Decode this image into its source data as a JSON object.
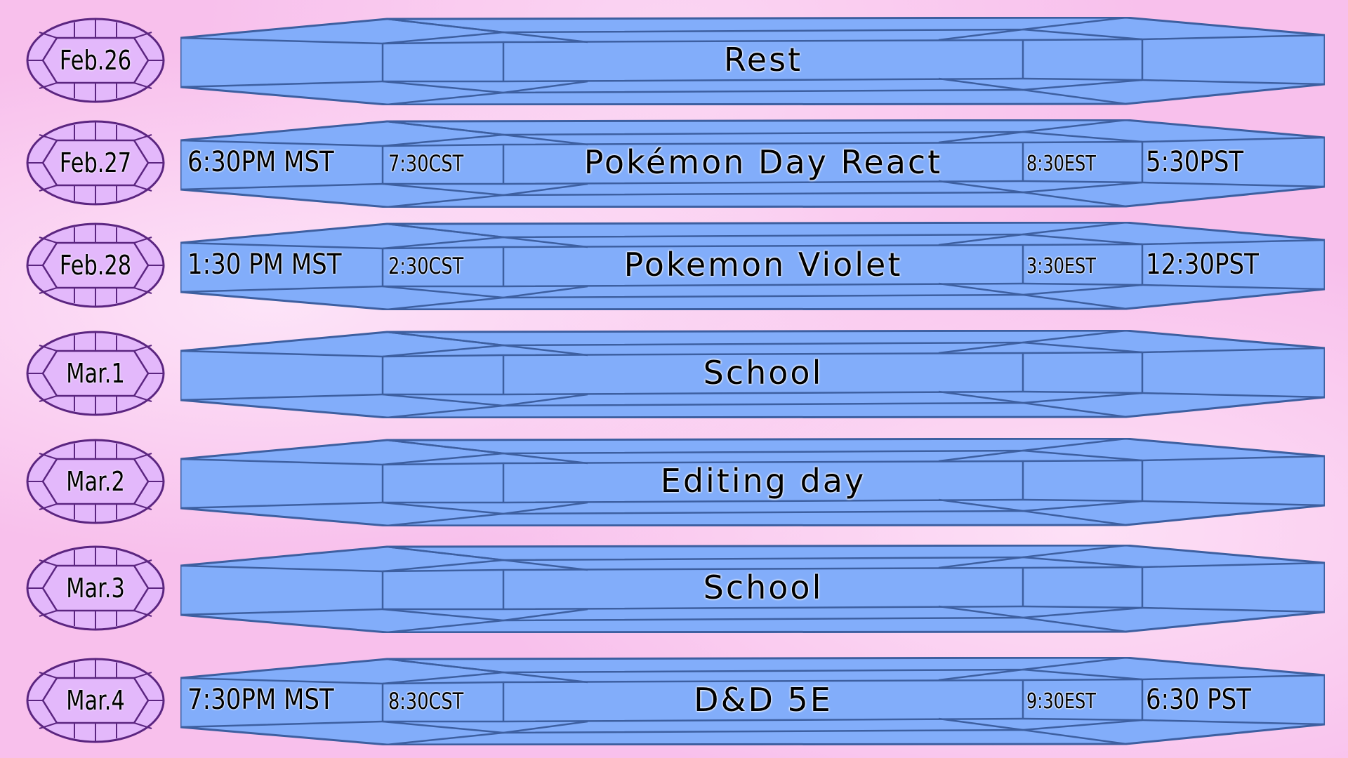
{
  "schedule": [
    {
      "date": "Feb.26",
      "title": "Rest",
      "mst": "",
      "cst": "",
      "est": "",
      "pst": ""
    },
    {
      "date": "Feb.27",
      "title": "Pokémon Day React",
      "mst": "6:30PM MST",
      "cst": "7:30CST",
      "est": "8:30EST",
      "pst": "5:30PST"
    },
    {
      "date": "Feb.28",
      "title": "Pokemon Violet",
      "mst": "1:30 PM MST",
      "cst": "2:30CST",
      "est": "3:30EST",
      "pst": "12:30PST"
    },
    {
      "date": "Mar.1",
      "title": "School",
      "mst": "",
      "cst": "",
      "est": "",
      "pst": ""
    },
    {
      "date": "Mar.2",
      "title": "Editing day",
      "mst": "",
      "cst": "",
      "est": "",
      "pst": ""
    },
    {
      "date": "Mar.3",
      "title": "School",
      "mst": "",
      "cst": "",
      "est": "",
      "pst": ""
    },
    {
      "date": "Mar.4",
      "title": "D&D 5E",
      "mst": "7:30PM MST",
      "cst": "8:30CST",
      "est": "9:30EST",
      "pst": "6:30 PST"
    }
  ],
  "colors": {
    "crystal": "#82adfa",
    "crystal_stroke": "#3d5fa0",
    "badge": "#e3b8fb",
    "badge_stroke": "#5b2580",
    "background": "#f8c0ec"
  }
}
